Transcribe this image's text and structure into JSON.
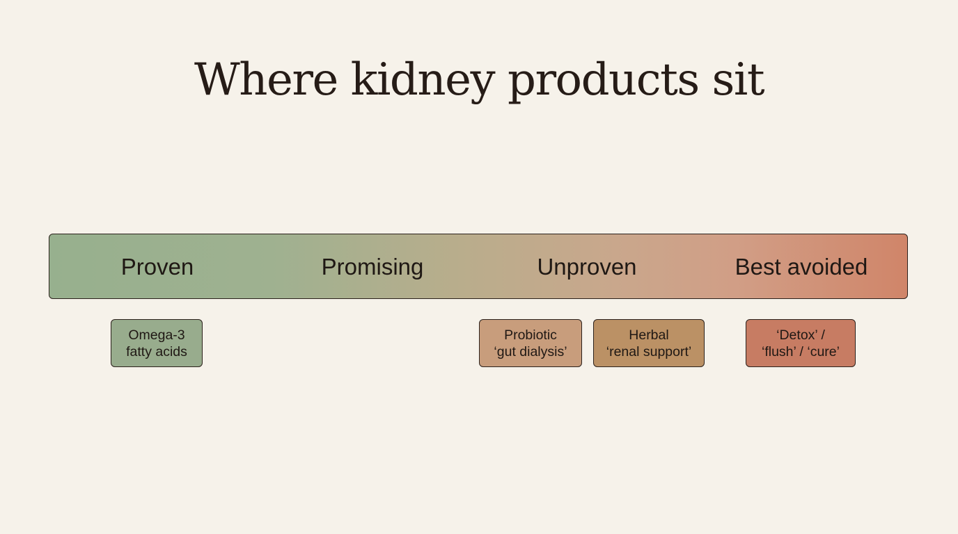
{
  "title": "Where kidney products sit",
  "spectrum": {
    "zones": [
      {
        "label": "Proven"
      },
      {
        "label": "Promising"
      },
      {
        "label": "Unproven"
      },
      {
        "label": "Best avoided"
      }
    ]
  },
  "products": [
    {
      "line1": "Omega-3",
      "line2": "fatty acids",
      "zone": "Proven",
      "color": "#98ac8d"
    },
    {
      "line1": "Probiotic",
      "line2": "‘gut dialysis’",
      "zone": "Unproven",
      "color": "#c89d7c"
    },
    {
      "line1": "Herbal",
      "line2": "‘renal support’",
      "zone": "Unproven",
      "color": "#bb9165"
    },
    {
      "line1": "‘Detox’ /",
      "line2": "‘flush’ / ‘cure’",
      "zone": "Best avoided",
      "color": "#c77c63"
    }
  ],
  "colors": {
    "background": "#f6f2ea",
    "gradient_start": "#97b08e",
    "gradient_end": "#d08569",
    "border": "#2b211c"
  }
}
